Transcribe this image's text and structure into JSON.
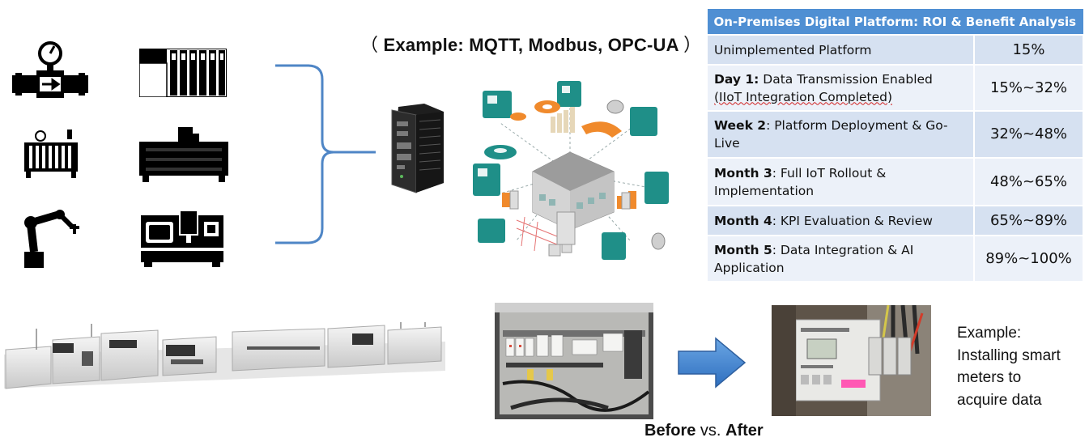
{
  "protocol_example": {
    "open": "（",
    "text": "Example: MQTT, Modbus, OPC-UA",
    "close": "）"
  },
  "roi_table": {
    "title": "On-Premises Digital Platform: ROI & Benefit Analysis",
    "rows": [
      {
        "stage_bold": "",
        "stage": "Unimplemented Platform",
        "value": "15%"
      },
      {
        "stage_bold": "Day 1:",
        "stage": " Data Transmission Enabled",
        "stage_line2": "(IIoT Integration Completed)",
        "value": "15%~32%"
      },
      {
        "stage_bold": "Week 2",
        "stage": ": Platform Deployment & Go-Live",
        "value": "32%~48%"
      },
      {
        "stage_bold": "Month 3",
        "stage": ": Full IoT Rollout & Implementation",
        "value": "48%~65%"
      },
      {
        "stage_bold": "Month 4",
        "stage": ": KPI Evaluation & Review",
        "value": "65%~89%"
      },
      {
        "stage_bold": "Month 5",
        "stage": ": Data Integration & AI Application",
        "value": "89%~100%"
      }
    ]
  },
  "side_caption": {
    "line1": "Example:",
    "line2": "Installing smart",
    "line3": "meters to",
    "line4": "acquire data"
  },
  "before_after": {
    "before": "Before",
    "vs": " vs. ",
    "after": "After"
  },
  "colors": {
    "table_header": "#4f8fd3",
    "row_dark": "#d6e1f1",
    "row_light": "#ecf1f9",
    "brace": "#4f86c6",
    "arrow": "#3f7fcf",
    "teal": "#1f8f88",
    "orange": "#f08a2c"
  },
  "icons": [
    "flow-meter-icon",
    "plc-rack-icon",
    "radiator-icon",
    "chiller-icon",
    "robot-arm-icon",
    "cnc-machine-icon",
    "industrial-pc-icon",
    "smart-factory-illustration",
    "production-line-image",
    "control-panel-photo",
    "smart-meter-photo",
    "right-arrow-icon"
  ]
}
